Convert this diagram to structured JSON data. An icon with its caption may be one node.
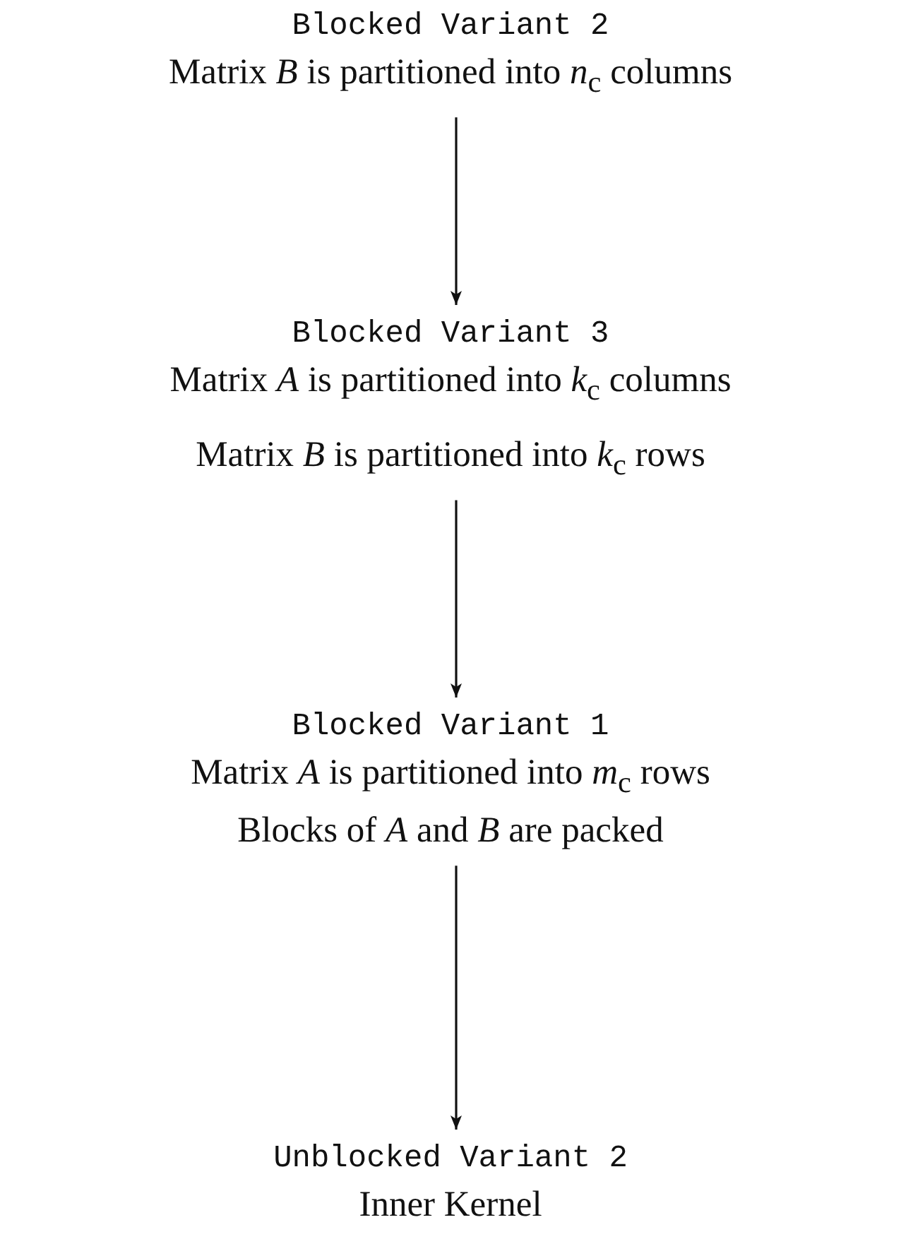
{
  "diagram": {
    "nodes": [
      {
        "text": [
          "Blocked Variant 2",
          "Matrix *B* is partitioned into *n*$_{c}$ columns"
        ]
      },
      {
        "text": [
          "Blocked Variant 3",
          "Matrix *A* is partitioned into *k*$_{c}$ columns",
          "Matrix *B* is partitioned into *k*$_{c}$ rows"
        ]
      },
      {
        "text": [
          "Blocked Variant 1",
          "Matrix *A* is partitioned into *m*$_{c}$ rows",
          "Blocks of *A* and *B* are packed"
        ]
      },
      {
        "text": [
          "Unblocked Variant 2",
          "Inner Kernel"
        ]
      }
    ],
    "edges": [
      {
        "from": 0,
        "to": 1,
        "arrow": "to"
      },
      {
        "from": 1,
        "to": 2,
        "arrow": "to"
      },
      {
        "from": 2,
        "to": 3,
        "arrow": "to"
      }
    ]
  }
}
